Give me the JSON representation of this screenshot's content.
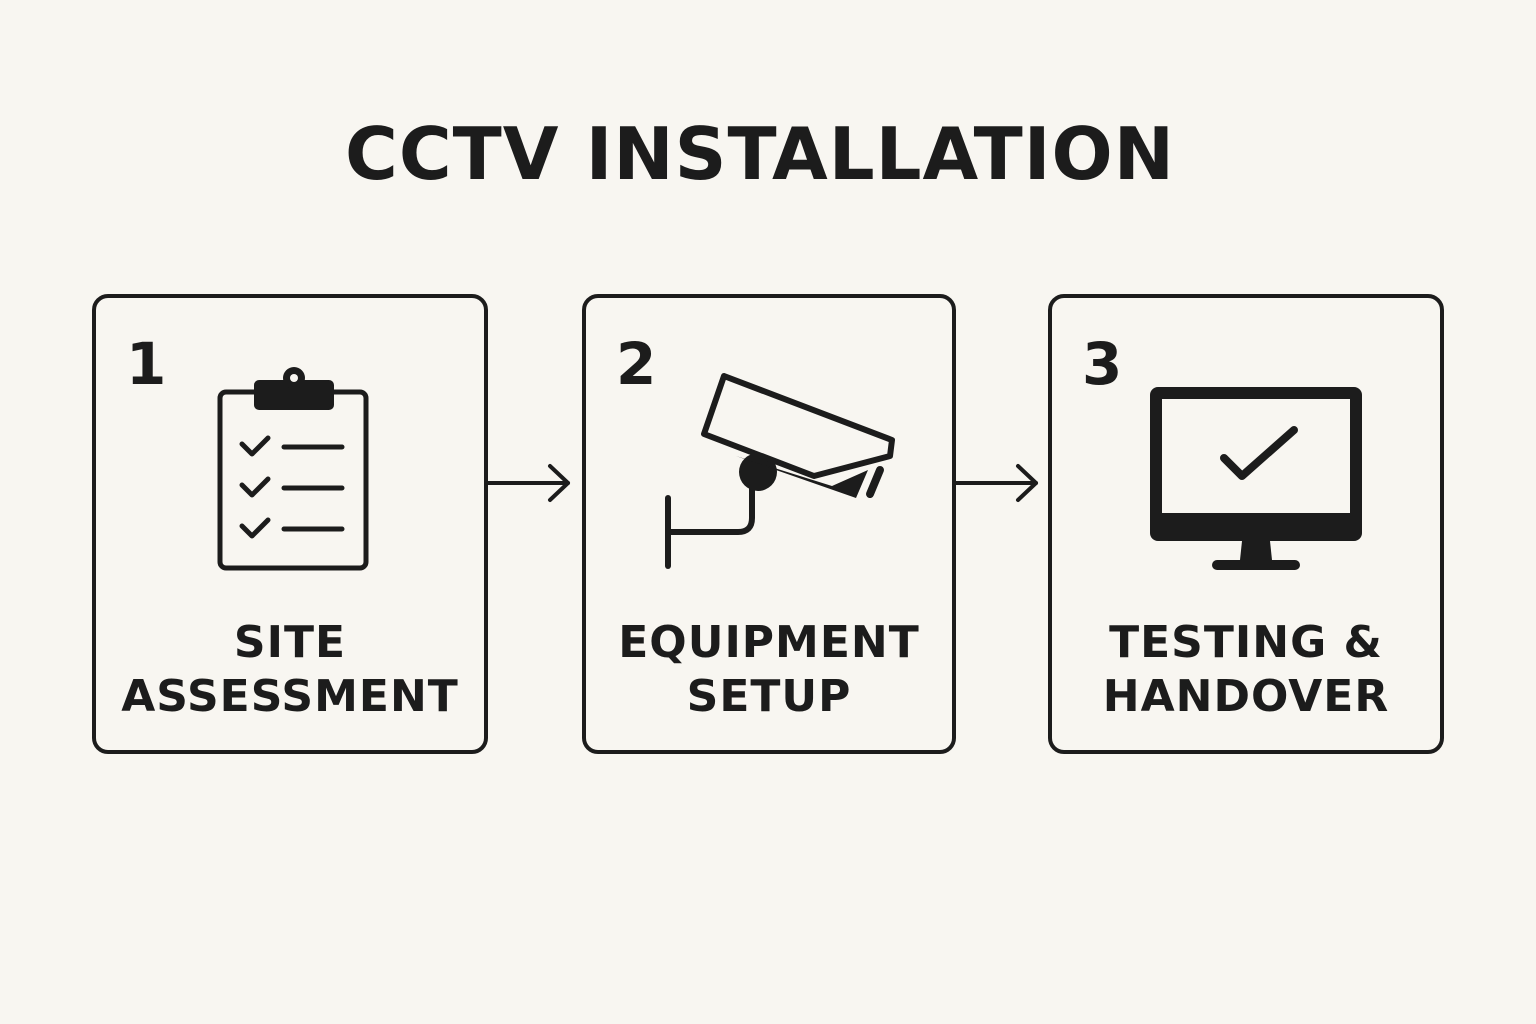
{
  "title": "CCTV INSTALLATION",
  "steps": [
    {
      "number": "1",
      "label_lines": [
        "SITE",
        "ASSESSMENT"
      ],
      "icon": "clipboard-checklist-icon"
    },
    {
      "number": "2",
      "label_lines": [
        "EQUIPMENT",
        "SETUP"
      ],
      "icon": "security-camera-icon"
    },
    {
      "number": "3",
      "label_lines": [
        "TESTING &",
        "HANDOVER"
      ],
      "icon": "monitor-check-icon"
    }
  ],
  "colors": {
    "background": "#f8f6f1",
    "ink": "#1c1c1c"
  }
}
